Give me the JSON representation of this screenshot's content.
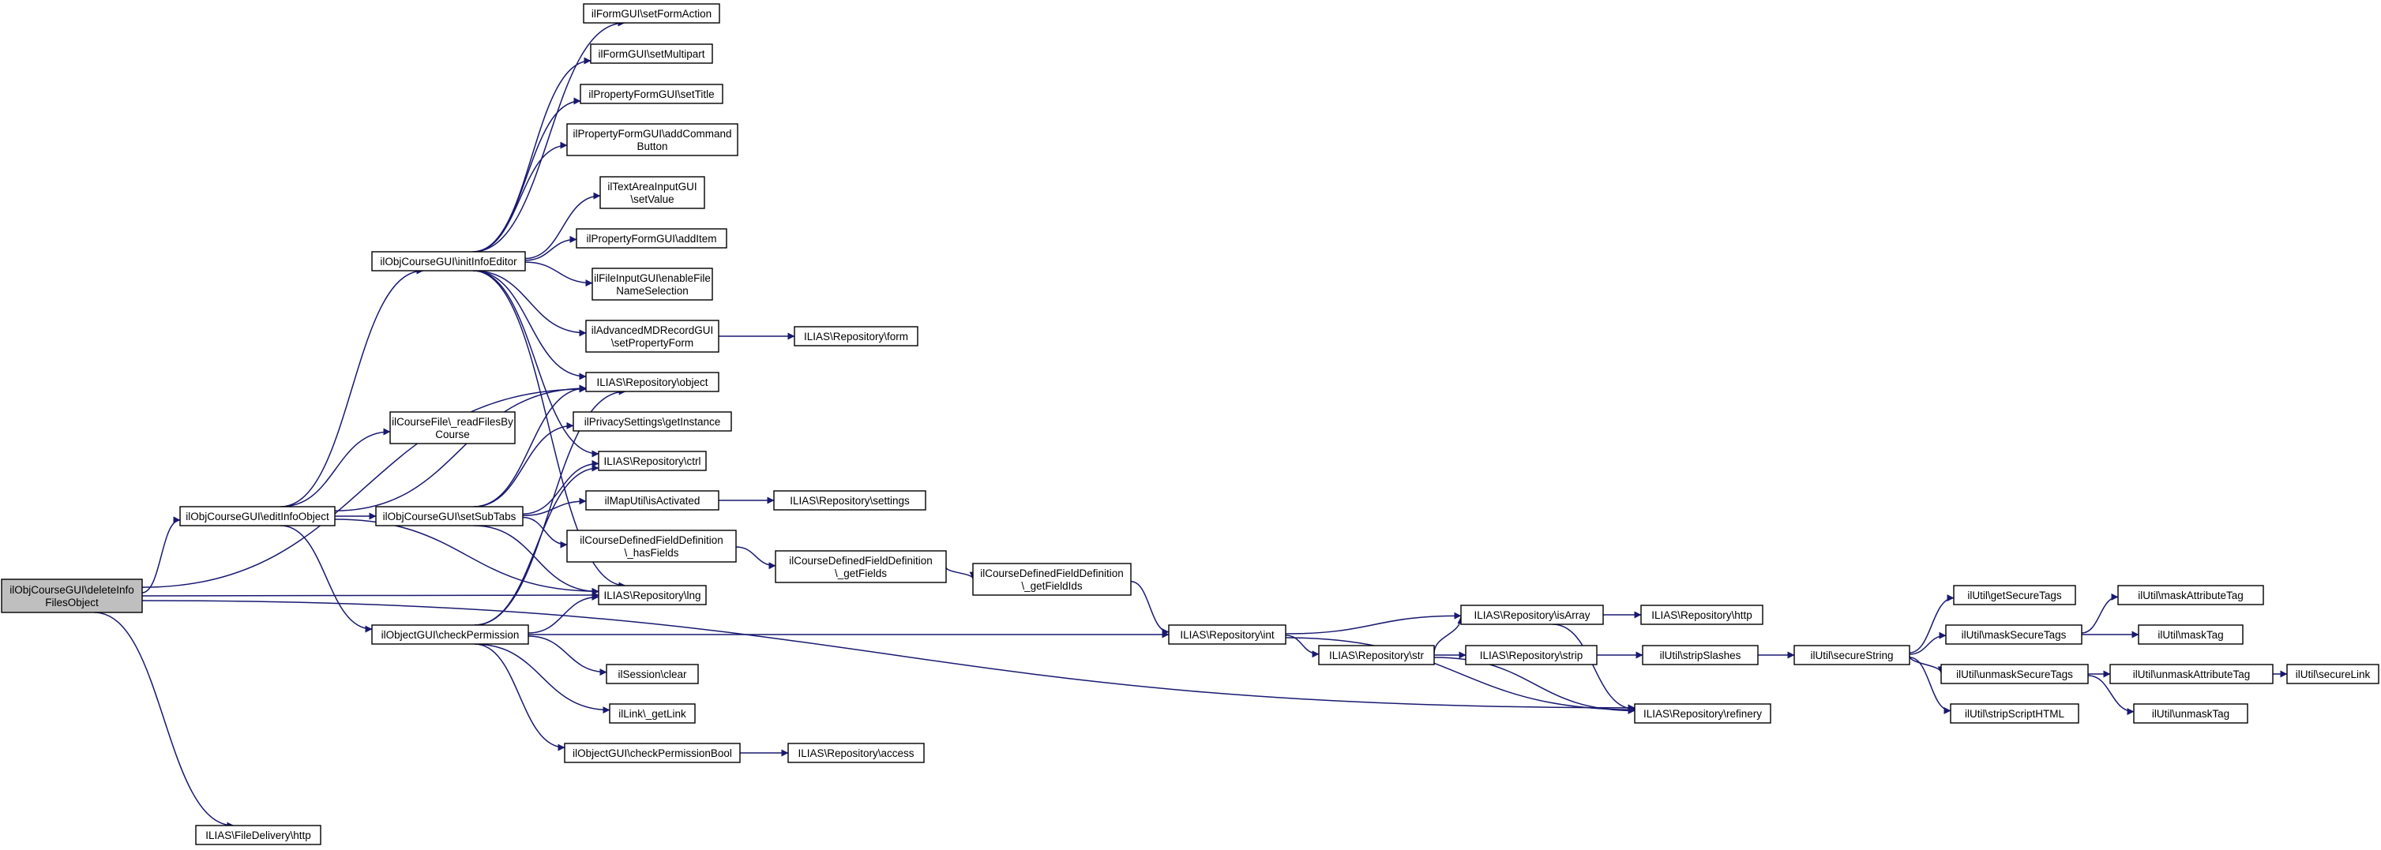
{
  "graph": {
    "edge_color": "#191970",
    "root_fill": "#bfbfbf",
    "node_fill": "#ffffff",
    "nodes": [
      {
        "id": "deleteInfo",
        "lines": [
          "ilObjCourseGUI\\deleteInfo",
          "FilesObject"
        ],
        "root": true
      },
      {
        "id": "editInfo",
        "lines": [
          "ilObjCourseGUI\\editInfoObject"
        ]
      },
      {
        "id": "fileDelivery",
        "lines": [
          "ILIAS\\FileDelivery\\http"
        ]
      },
      {
        "id": "initInfo",
        "lines": [
          "ilObjCourseGUI\\initInfoEditor"
        ]
      },
      {
        "id": "readFiles",
        "lines": [
          "ilCourseFile\\_readFilesBy",
          "Course"
        ]
      },
      {
        "id": "setSubTabs",
        "lines": [
          "ilObjCourseGUI\\setSubTabs"
        ]
      },
      {
        "id": "checkPerm",
        "lines": [
          "ilObjectGUI\\checkPermission"
        ]
      },
      {
        "id": "setFormAction",
        "lines": [
          "ilFormGUI\\setFormAction"
        ]
      },
      {
        "id": "setMultipart",
        "lines": [
          "ilFormGUI\\setMultipart"
        ]
      },
      {
        "id": "setTitle",
        "lines": [
          "ilPropertyFormGUI\\setTitle"
        ]
      },
      {
        "id": "addCommand",
        "lines": [
          "ilPropertyFormGUI\\addCommand",
          "Button"
        ]
      },
      {
        "id": "textArea",
        "lines": [
          "ilTextAreaInputGUI",
          "\\setValue"
        ]
      },
      {
        "id": "addItem",
        "lines": [
          "ilPropertyFormGUI\\addItem"
        ]
      },
      {
        "id": "fileInput",
        "lines": [
          "ilFileInputGUI\\enableFile",
          "NameSelection"
        ]
      },
      {
        "id": "advMD",
        "lines": [
          "ilAdvancedMDRecordGUI",
          "\\setPropertyForm"
        ]
      },
      {
        "id": "repoForm",
        "lines": [
          "ILIAS\\Repository\\form"
        ]
      },
      {
        "id": "repoObject",
        "lines": [
          "ILIAS\\Repository\\object"
        ]
      },
      {
        "id": "privacy",
        "lines": [
          "ilPrivacySettings\\getInstance"
        ]
      },
      {
        "id": "repoCtrl",
        "lines": [
          "ILIAS\\Repository\\ctrl"
        ]
      },
      {
        "id": "mapUtil",
        "lines": [
          "ilMapUtil\\isActivated"
        ]
      },
      {
        "id": "repoSettings",
        "lines": [
          "ILIAS\\Repository\\settings"
        ]
      },
      {
        "id": "hasFields",
        "lines": [
          "ilCourseDefinedFieldDefinition",
          "\\_hasFields"
        ]
      },
      {
        "id": "getFields",
        "lines": [
          "ilCourseDefinedFieldDefinition",
          "\\_getFields"
        ]
      },
      {
        "id": "getFieldIds",
        "lines": [
          "ilCourseDefinedFieldDefinition",
          "\\_getFieldIds"
        ]
      },
      {
        "id": "repoLng",
        "lines": [
          "ILIAS\\Repository\\lng"
        ]
      },
      {
        "id": "sessionClear",
        "lines": [
          "ilSession\\clear"
        ]
      },
      {
        "id": "getLink",
        "lines": [
          "ilLink\\_getLink"
        ]
      },
      {
        "id": "checkPermBool",
        "lines": [
          "ilObjectGUI\\checkPermissionBool"
        ]
      },
      {
        "id": "repoAccess",
        "lines": [
          "ILIAS\\Repository\\access"
        ]
      },
      {
        "id": "repoInt",
        "lines": [
          "ILIAS\\Repository\\int"
        ]
      },
      {
        "id": "repoStr",
        "lines": [
          "ILIAS\\Repository\\str"
        ]
      },
      {
        "id": "repoIsArray",
        "lines": [
          "ILIAS\\Repository\\isArray"
        ]
      },
      {
        "id": "repoStrip",
        "lines": [
          "ILIAS\\Repository\\strip"
        ]
      },
      {
        "id": "repoRefinery",
        "lines": [
          "ILIAS\\Repository\\refinery"
        ]
      },
      {
        "id": "repoHttp",
        "lines": [
          "ILIAS\\Repository\\http"
        ]
      },
      {
        "id": "stripSlashes",
        "lines": [
          "ilUtil\\stripSlashes"
        ]
      },
      {
        "id": "secureString",
        "lines": [
          "ilUtil\\secureString"
        ]
      },
      {
        "id": "getSecureTags",
        "lines": [
          "ilUtil\\getSecureTags"
        ]
      },
      {
        "id": "maskSecureTags",
        "lines": [
          "ilUtil\\maskSecureTags"
        ]
      },
      {
        "id": "unmaskSecureTags",
        "lines": [
          "ilUtil\\unmaskSecureTags"
        ]
      },
      {
        "id": "stripScriptHTML",
        "lines": [
          "ilUtil\\stripScriptHTML"
        ]
      },
      {
        "id": "maskAttributeTag",
        "lines": [
          "ilUtil\\maskAttributeTag"
        ]
      },
      {
        "id": "maskTag",
        "lines": [
          "ilUtil\\maskTag"
        ]
      },
      {
        "id": "unmaskAttributeTag",
        "lines": [
          "ilUtil\\unmaskAttributeTag"
        ]
      },
      {
        "id": "unmaskTag",
        "lines": [
          "ilUtil\\unmaskTag"
        ]
      },
      {
        "id": "secureLink",
        "lines": [
          "ilUtil\\secureLink"
        ]
      }
    ],
    "edges": [
      [
        "deleteInfo",
        "editInfo"
      ],
      [
        "deleteInfo",
        "repoObject"
      ],
      [
        "deleteInfo",
        "repoLng"
      ],
      [
        "deleteInfo",
        "repoRefinery"
      ],
      [
        "deleteInfo",
        "fileDelivery"
      ],
      [
        "editInfo",
        "initInfo"
      ],
      [
        "editInfo",
        "readFiles"
      ],
      [
        "editInfo",
        "setSubTabs"
      ],
      [
        "editInfo",
        "checkPerm"
      ],
      [
        "editInfo",
        "repoObject"
      ],
      [
        "editInfo",
        "repoLng"
      ],
      [
        "initInfo",
        "setFormAction"
      ],
      [
        "initInfo",
        "setMultipart"
      ],
      [
        "initInfo",
        "setTitle"
      ],
      [
        "initInfo",
        "addCommand"
      ],
      [
        "initInfo",
        "textArea"
      ],
      [
        "initInfo",
        "addItem"
      ],
      [
        "initInfo",
        "fileInput"
      ],
      [
        "initInfo",
        "advMD"
      ],
      [
        "initInfo",
        "repoObject"
      ],
      [
        "initInfo",
        "repoCtrl"
      ],
      [
        "initInfo",
        "repoLng"
      ],
      [
        "advMD",
        "repoForm"
      ],
      [
        "setSubTabs",
        "repoObject"
      ],
      [
        "setSubTabs",
        "privacy"
      ],
      [
        "setSubTabs",
        "repoCtrl"
      ],
      [
        "setSubTabs",
        "mapUtil"
      ],
      [
        "setSubTabs",
        "hasFields"
      ],
      [
        "setSubTabs",
        "repoLng"
      ],
      [
        "mapUtil",
        "repoSettings"
      ],
      [
        "hasFields",
        "getFields"
      ],
      [
        "getFields",
        "getFieldIds"
      ],
      [
        "getFieldIds",
        "repoInt"
      ],
      [
        "checkPerm",
        "repoObject"
      ],
      [
        "checkPerm",
        "repoCtrl"
      ],
      [
        "checkPerm",
        "repoLng"
      ],
      [
        "checkPerm",
        "repoInt"
      ],
      [
        "checkPerm",
        "sessionClear"
      ],
      [
        "checkPerm",
        "getLink"
      ],
      [
        "checkPerm",
        "checkPermBool"
      ],
      [
        "checkPermBool",
        "repoAccess"
      ],
      [
        "repoInt",
        "repoIsArray"
      ],
      [
        "repoInt",
        "repoStr"
      ],
      [
        "repoInt",
        "repoRefinery"
      ],
      [
        "repoStr",
        "repoIsArray"
      ],
      [
        "repoStr",
        "repoStrip"
      ],
      [
        "repoStr",
        "repoRefinery"
      ],
      [
        "repoIsArray",
        "repoHttp"
      ],
      [
        "repoIsArray",
        "repoRefinery"
      ],
      [
        "repoStrip",
        "stripSlashes"
      ],
      [
        "stripSlashes",
        "secureString"
      ],
      [
        "secureString",
        "getSecureTags"
      ],
      [
        "secureString",
        "maskSecureTags"
      ],
      [
        "secureString",
        "unmaskSecureTags"
      ],
      [
        "secureString",
        "stripScriptHTML"
      ],
      [
        "maskSecureTags",
        "maskAttributeTag"
      ],
      [
        "maskSecureTags",
        "maskTag"
      ],
      [
        "unmaskSecureTags",
        "unmaskAttributeTag"
      ],
      [
        "unmaskSecureTags",
        "unmaskTag"
      ],
      [
        "unmaskAttributeTag",
        "secureLink"
      ]
    ]
  }
}
